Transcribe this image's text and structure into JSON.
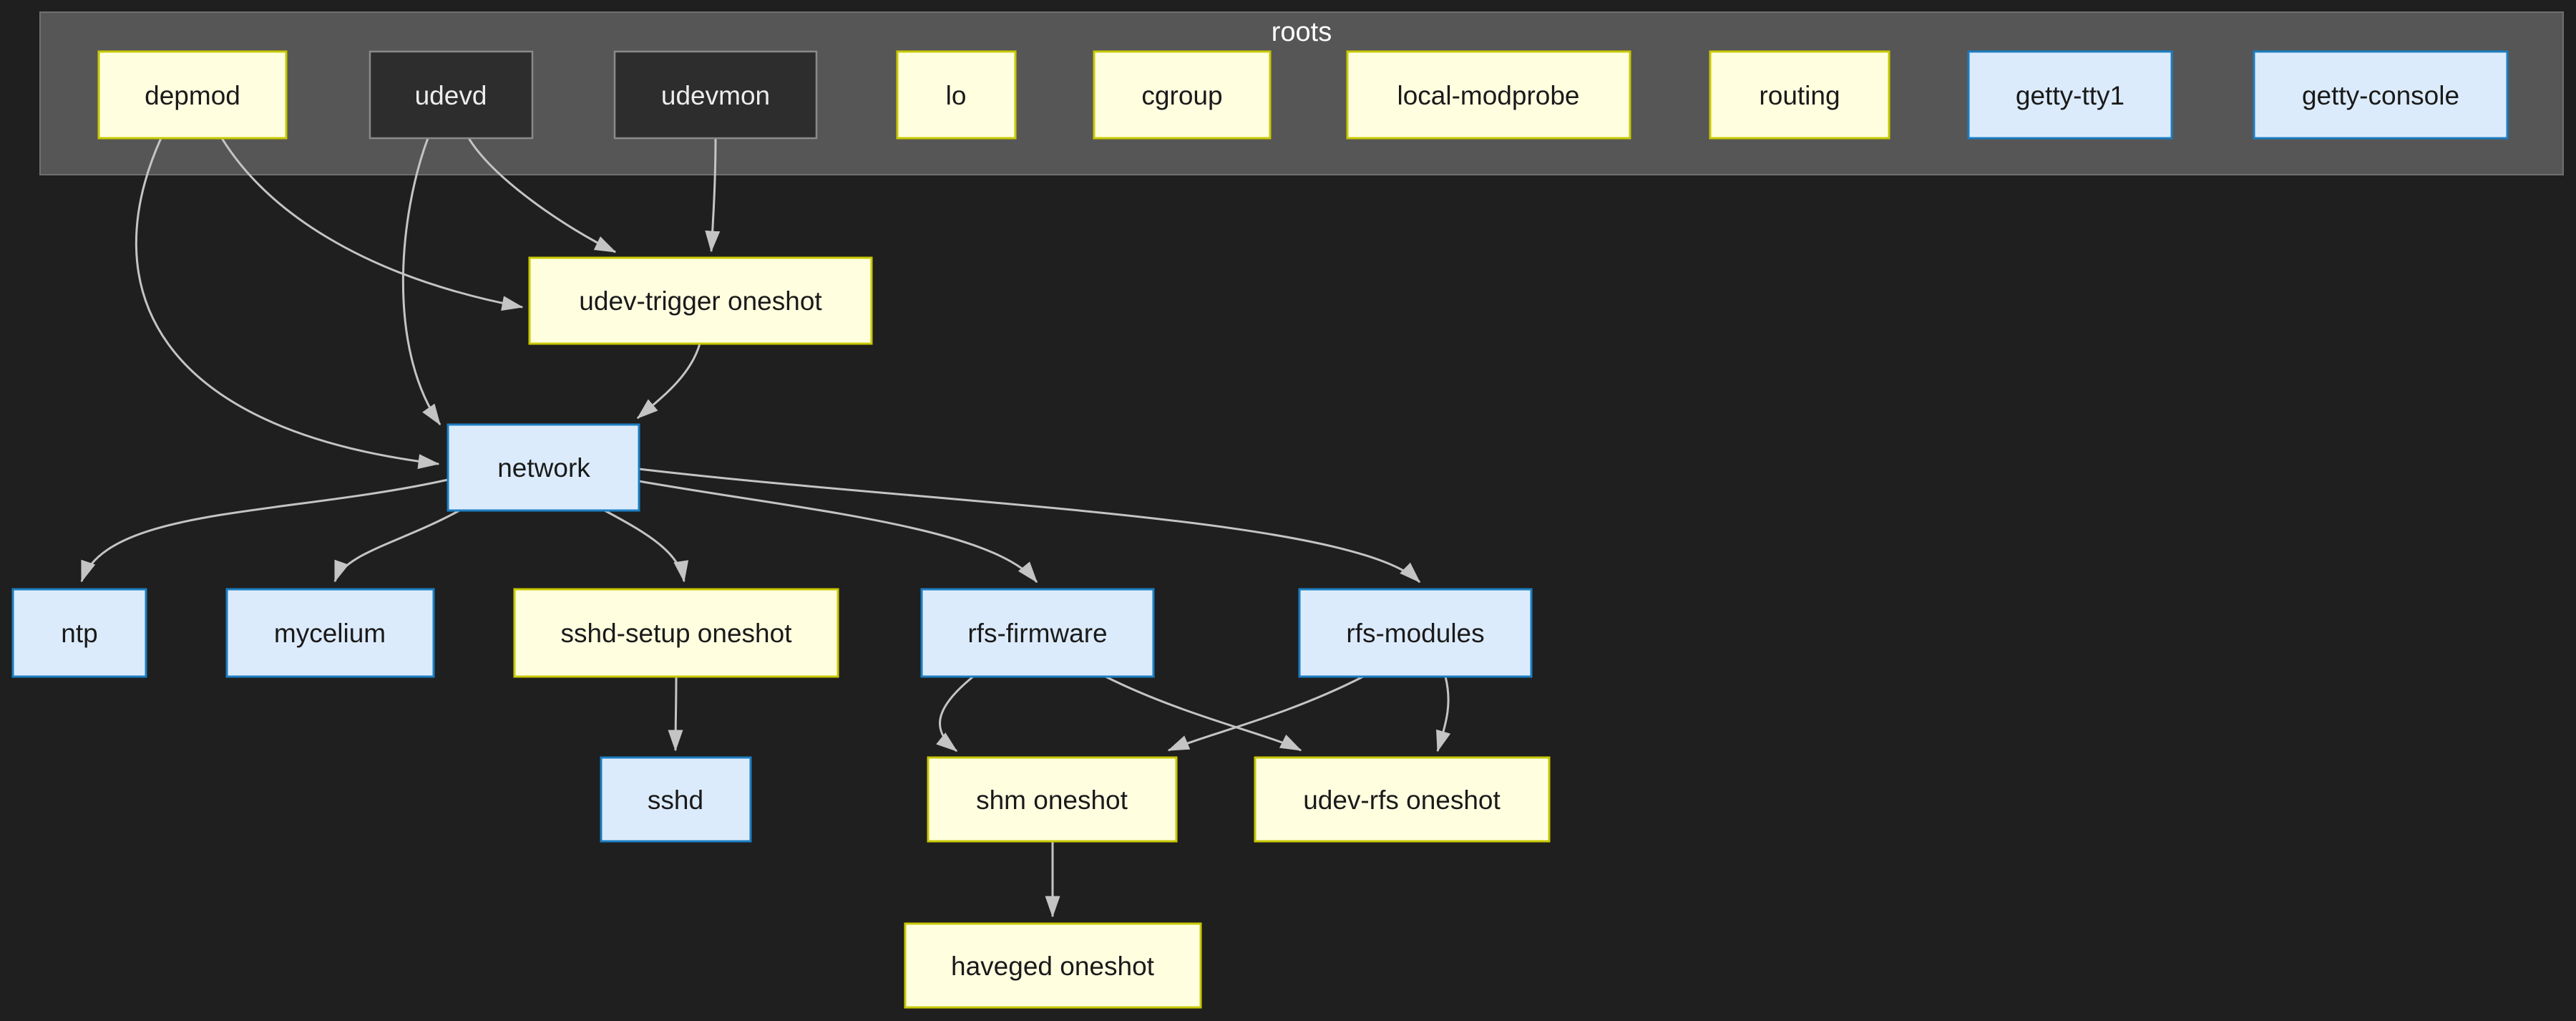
{
  "diagram": {
    "cluster": {
      "label": "roots"
    },
    "nodes": {
      "depmod": {
        "label": "depmod",
        "group": "roots",
        "color": "yellow"
      },
      "udevd": {
        "label": "udevd",
        "group": "roots",
        "color": "dark"
      },
      "udevmon": {
        "label": "udevmon",
        "group": "roots",
        "color": "dark"
      },
      "lo": {
        "label": "lo",
        "group": "roots",
        "color": "yellow"
      },
      "cgroup": {
        "label": "cgroup",
        "group": "roots",
        "color": "yellow"
      },
      "local_modprobe": {
        "label": "local-modprobe",
        "group": "roots",
        "color": "yellow"
      },
      "routing": {
        "label": "routing",
        "group": "roots",
        "color": "yellow"
      },
      "getty_tty1": {
        "label": "getty-tty1",
        "group": "roots",
        "color": "blue"
      },
      "getty_console": {
        "label": "getty-console",
        "group": "roots",
        "color": "blue"
      },
      "udev_trigger": {
        "label": "udev-trigger oneshot",
        "group": "",
        "color": "yellow"
      },
      "network": {
        "label": "network",
        "group": "",
        "color": "blue"
      },
      "ntp": {
        "label": "ntp",
        "group": "",
        "color": "blue"
      },
      "mycelium": {
        "label": "mycelium",
        "group": "",
        "color": "blue"
      },
      "sshd_setup": {
        "label": "sshd-setup oneshot",
        "group": "",
        "color": "yellow"
      },
      "rfs_firmware": {
        "label": "rfs-firmware",
        "group": "",
        "color": "blue"
      },
      "rfs_modules": {
        "label": "rfs-modules",
        "group": "",
        "color": "blue"
      },
      "sshd": {
        "label": "sshd",
        "group": "",
        "color": "blue"
      },
      "shm": {
        "label": "shm oneshot",
        "group": "",
        "color": "yellow"
      },
      "udev_rfs": {
        "label": "udev-rfs oneshot",
        "group": "",
        "color": "yellow"
      },
      "haveged": {
        "label": "haveged oneshot",
        "group": "",
        "color": "yellow"
      }
    },
    "edges": [
      {
        "from": "depmod",
        "to": "udev_trigger"
      },
      {
        "from": "udevd",
        "to": "udev_trigger"
      },
      {
        "from": "udevmon",
        "to": "udev_trigger"
      },
      {
        "from": "depmod",
        "to": "network"
      },
      {
        "from": "udevd",
        "to": "network"
      },
      {
        "from": "udev_trigger",
        "to": "network"
      },
      {
        "from": "network",
        "to": "ntp"
      },
      {
        "from": "network",
        "to": "mycelium"
      },
      {
        "from": "network",
        "to": "sshd_setup"
      },
      {
        "from": "network",
        "to": "rfs_firmware"
      },
      {
        "from": "network",
        "to": "rfs_modules"
      },
      {
        "from": "sshd_setup",
        "to": "sshd"
      },
      {
        "from": "rfs_firmware",
        "to": "shm"
      },
      {
        "from": "rfs_firmware",
        "to": "udev_rfs"
      },
      {
        "from": "rfs_modules",
        "to": "shm"
      },
      {
        "from": "rfs_modules",
        "to": "udev_rfs"
      },
      {
        "from": "shm",
        "to": "haveged"
      }
    ]
  },
  "palette": {
    "background": "#1f1f1f",
    "cluster_fill": "#565656",
    "cluster_border": "#6f6f6f",
    "yellow_fill": "#ffffe0",
    "yellow_border": "#c8c800",
    "blue_fill": "#dcebfb",
    "blue_border": "#1b7ec2",
    "dark_fill": "#2d2d2d",
    "dark_border": "#8a8a8a",
    "edge": "#c4c4c4",
    "text_on_light": "#1a1a1a",
    "text_on_dark": "#ededed",
    "cluster_label": "#ffffff"
  }
}
